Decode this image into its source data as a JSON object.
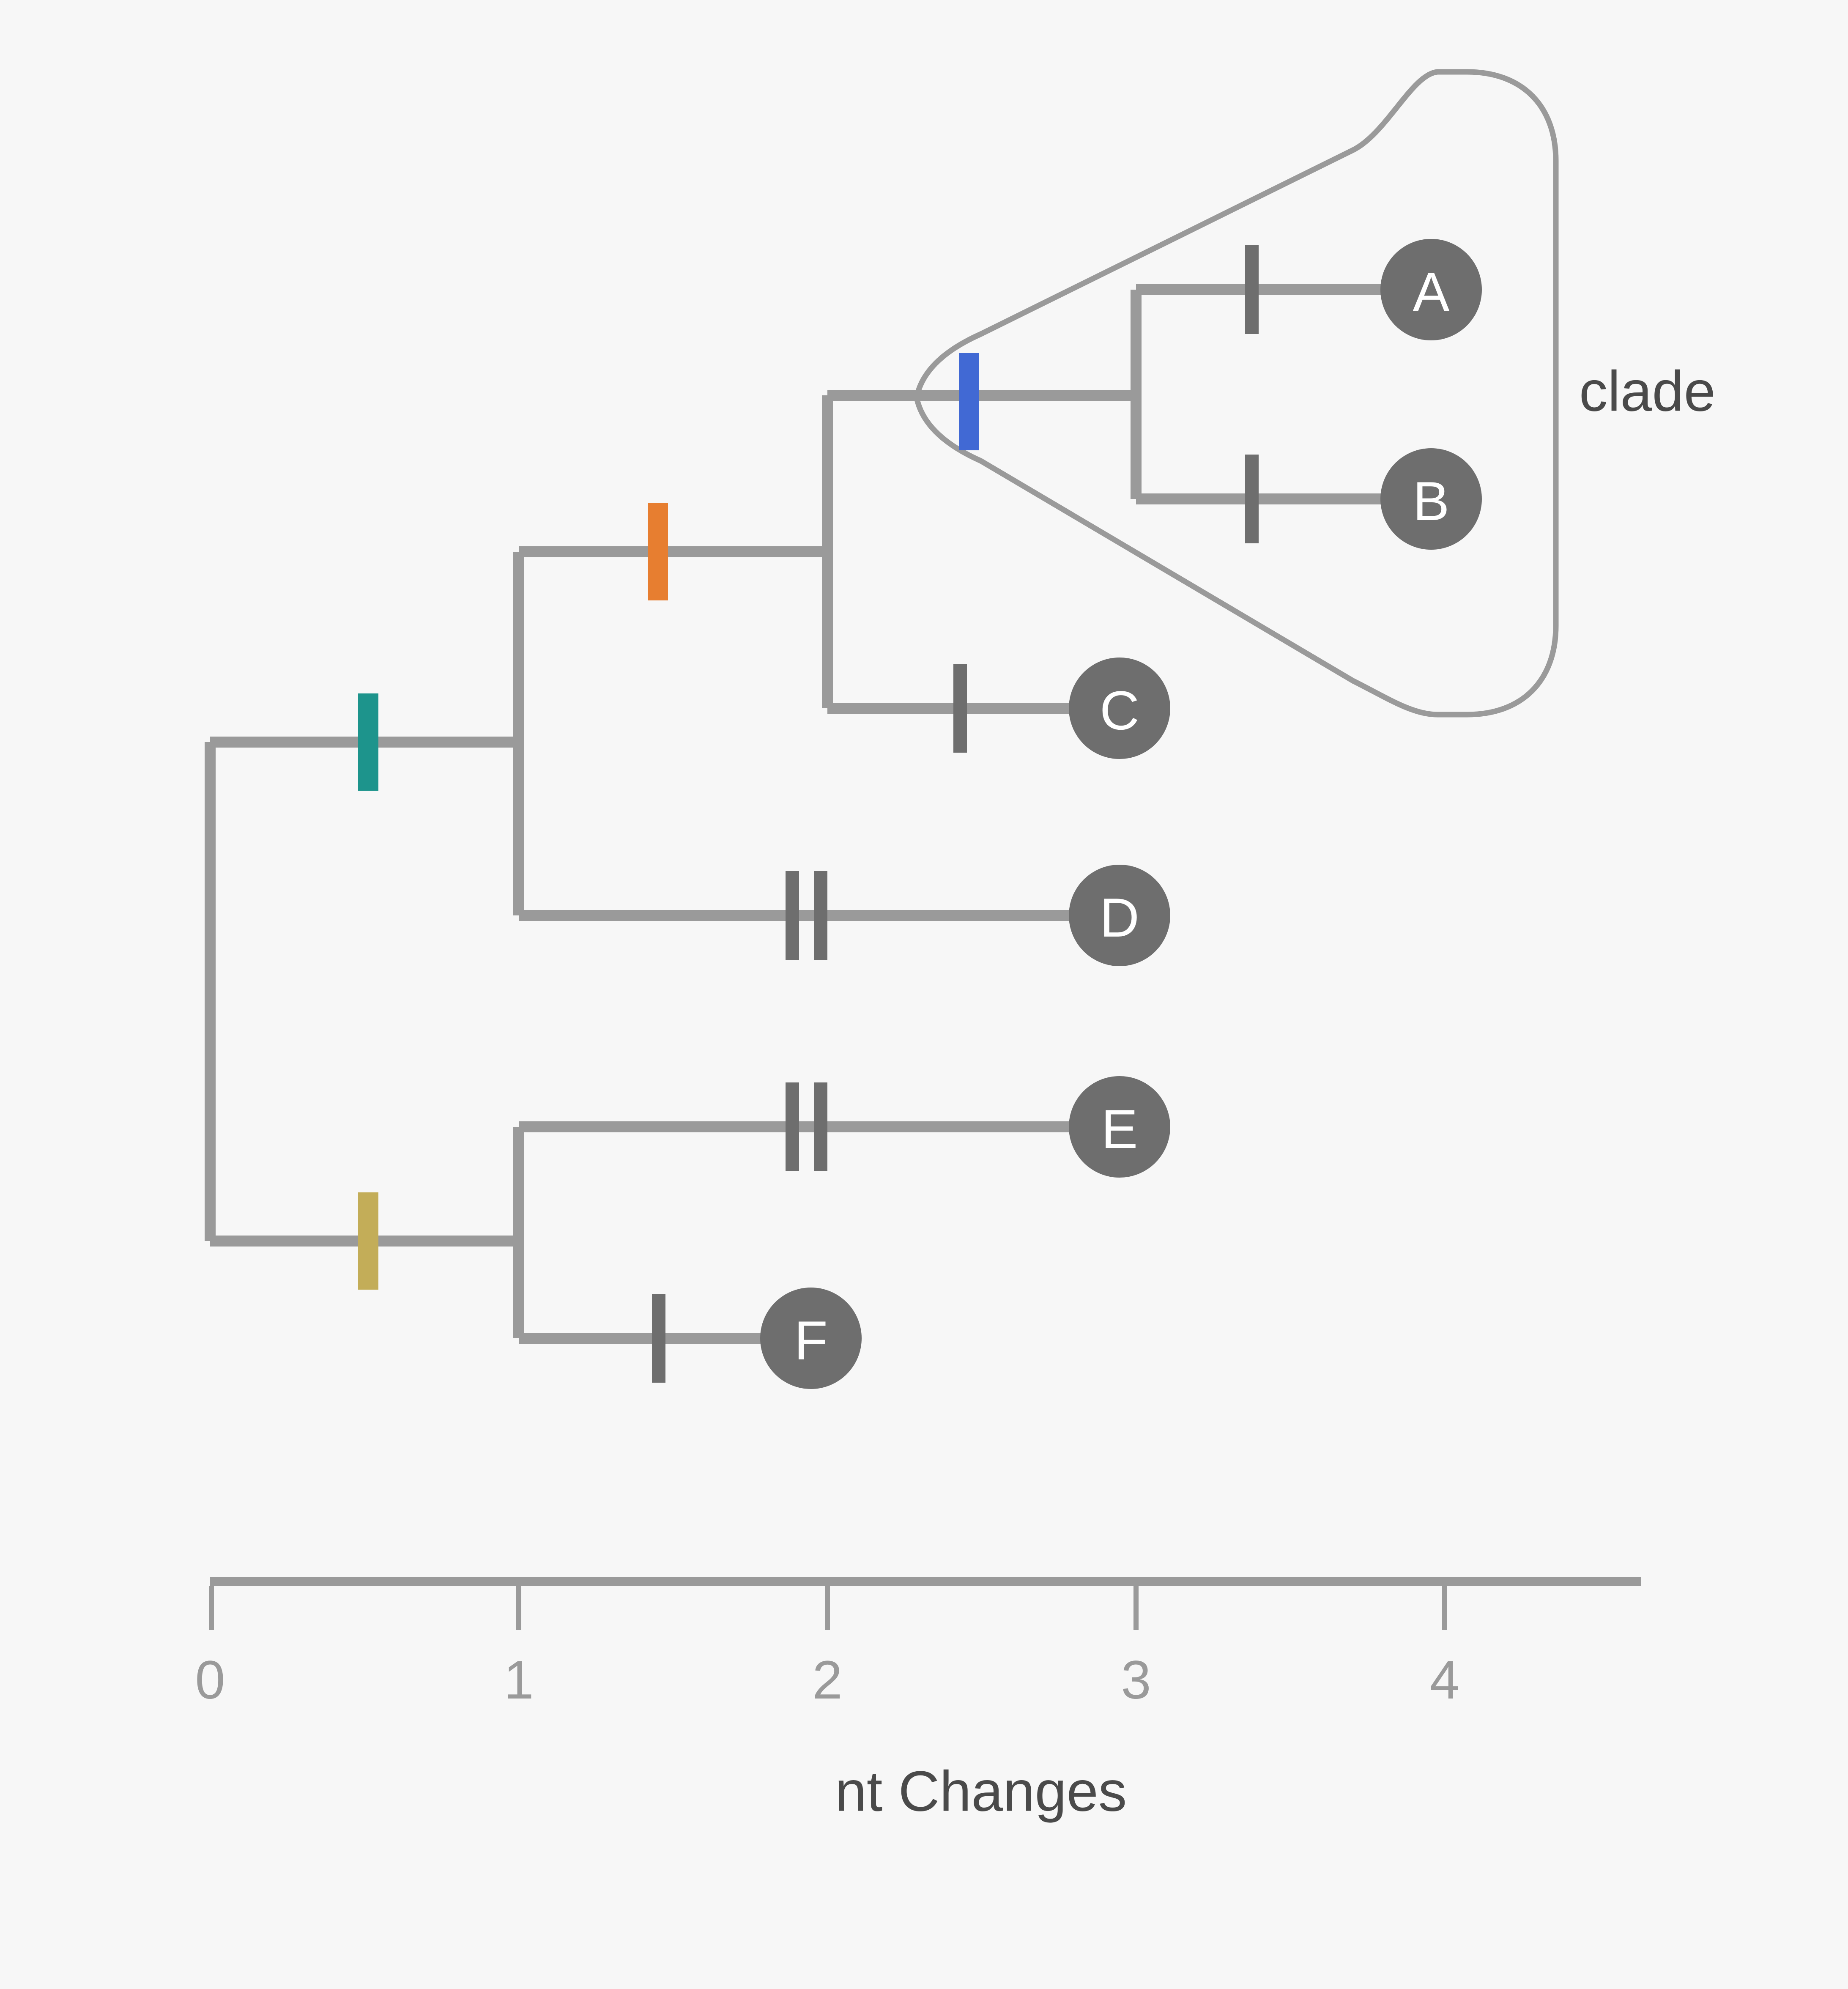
{
  "figure": {
    "background_color": "#f7f7f7",
    "branch_color": "#9a9a9a",
    "tip_node_color": "#6e6e6e",
    "tip_label_color": "#ffffff",
    "mutation_tick_color": "#6e6e6e",
    "clade_outline_color": "#9a9a9a",
    "axis_color": "#9a9a9a",
    "axis_label_color": "#4a4a4a"
  },
  "chart_data": {
    "type": "tree",
    "title": "",
    "xlabel": "nt Changes",
    "ylabel": "",
    "xlim": [
      0,
      4.65
    ],
    "x_ticks": [
      0,
      1,
      2,
      3,
      4
    ],
    "x_tick_labels": [
      "0",
      "1",
      "2",
      "3",
      "4"
    ],
    "grid": false,
    "legend_position": "none",
    "tips": [
      {
        "name": "A",
        "label": "A",
        "x": 3.95,
        "y_row": 0
      },
      {
        "name": "B",
        "label": "B",
        "x": 3.95,
        "y_row": 1
      },
      {
        "name": "C",
        "label": "C",
        "x": 2.95,
        "y_row": 2
      },
      {
        "name": "D",
        "label": "D",
        "x": 2.95,
        "y_row": 3
      },
      {
        "name": "E",
        "label": "E",
        "x": 2.95,
        "y_row": 4
      },
      {
        "name": "F",
        "label": "F",
        "x": 2.2,
        "y_row": 5
      }
    ],
    "internal_nodes": [
      {
        "name": "root",
        "x": 0.0
      },
      {
        "name": "node-ABCD",
        "x": 1.0
      },
      {
        "name": "node-ABC",
        "x": 2.0
      },
      {
        "name": "node-AB",
        "x": 3.0
      },
      {
        "name": "node-EF",
        "x": 1.0
      }
    ],
    "colored_mutations": [
      {
        "name": "teal-mutation",
        "color": "#1d948c",
        "x": 0.5,
        "branch": "root-to-ABCD"
      },
      {
        "name": "orange-mutation",
        "color": "#e77e30",
        "x": 1.5,
        "branch": "ABCD-to-ABC"
      },
      {
        "name": "blue-mutation",
        "color": "#4169d4",
        "x": 2.5,
        "branch": "ABC-to-AB"
      },
      {
        "name": "gold-mutation",
        "color": "#c3ad58",
        "x": 0.5,
        "branch": "root-to-EF"
      }
    ],
    "gray_mutations": [
      {
        "branch": "AB-to-A",
        "count": 1,
        "x_positions": [
          3.45
        ]
      },
      {
        "branch": "AB-to-B",
        "count": 1,
        "x_positions": [
          3.45
        ]
      },
      {
        "branch": "ABC-to-C",
        "count": 1,
        "x_positions": [
          2.45
        ]
      },
      {
        "branch": "ABCD-to-D",
        "count": 2,
        "x_positions": [
          1.93,
          2.02
        ]
      },
      {
        "branch": "EF-to-E",
        "count": 2,
        "x_positions": [
          1.93,
          2.02
        ]
      },
      {
        "branch": "EF-to-F",
        "count": 1,
        "x_positions": [
          1.46
        ]
      }
    ]
  },
  "annotations": {
    "clade_label": "clade",
    "clade_members": [
      "A",
      "B"
    ]
  },
  "axis": {
    "title": "nt Changes",
    "ticks": [
      "0",
      "1",
      "2",
      "3",
      "4"
    ]
  }
}
